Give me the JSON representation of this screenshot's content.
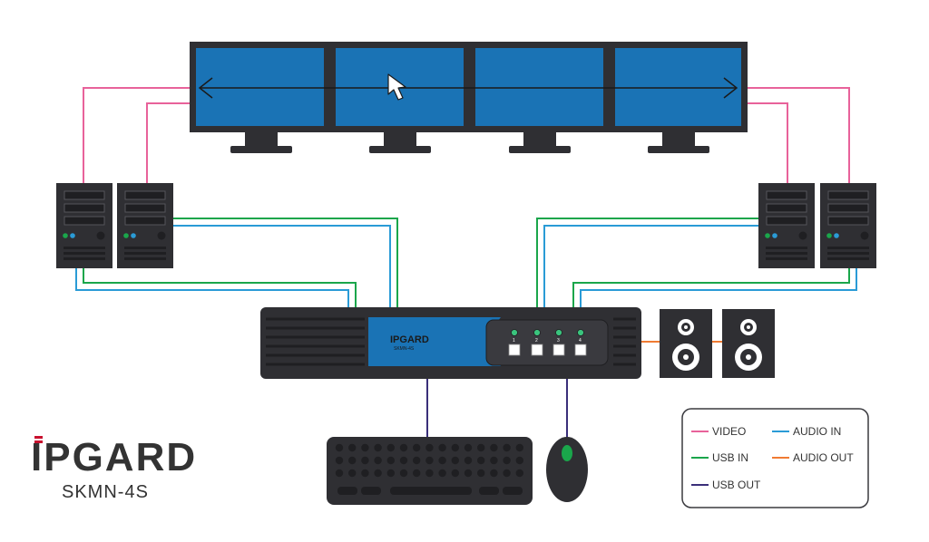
{
  "brand": {
    "name": "IPGARD",
    "model": "SKMN-4S"
  },
  "kvm_unit": {
    "brand": "IPGARD",
    "model": "SKMN-4S",
    "port_labels": [
      "1",
      "2",
      "3",
      "4"
    ]
  },
  "legend": {
    "items": [
      {
        "label": "VIDEO",
        "color": "#e8629a"
      },
      {
        "label": "AUDIO IN",
        "color": "#2a9bd6"
      },
      {
        "label": "USB IN",
        "color": "#1aa64b"
      },
      {
        "label": "AUDIO OUT",
        "color": "#f07b33"
      },
      {
        "label": "USB OUT",
        "color": "#3a2f7a"
      }
    ]
  },
  "colors": {
    "device_dark": "#2f2f33",
    "screen_blue": "#1a73b5",
    "video": "#e8629a",
    "usb_in": "#1aa64b",
    "audio_in": "#2a9bd6",
    "audio_out": "#f07b33",
    "usb_out": "#3a2f7a"
  }
}
